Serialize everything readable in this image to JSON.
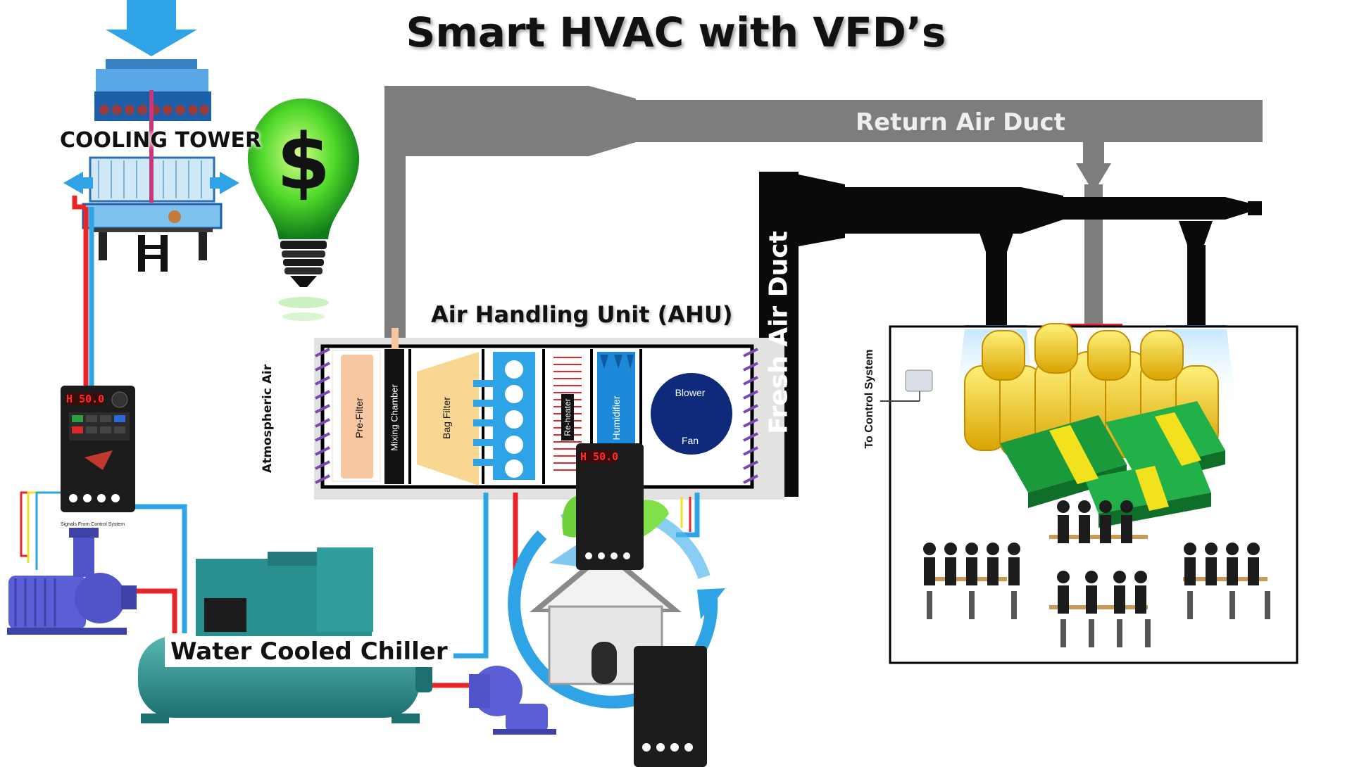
{
  "title": "Smart HVAC with VFD’s",
  "labels": {
    "cooling_tower": "COOLING TOWER",
    "ahu": "Air Handling Unit (AHU)",
    "return_air_duct": "Return Air Duct",
    "fresh_air_duct": "Fresh Air Duct",
    "atmospheric_air": "Atmospheric Air",
    "water_cooled_chiller": "Water Cooled Chiller",
    "to_control_system": "To Control System",
    "signals_from_control": "Signals From Control System"
  },
  "ahu_components": {
    "pre_filter": "Pre-Filter",
    "mixing_chamber": "Mixing Chamber",
    "bag_filter": "Bag Filter",
    "re_heater": "Re-heater",
    "humidifier": "Humidifier",
    "blower": "Blower",
    "fan": "Fan"
  },
  "vfd": {
    "display": "H  50.0"
  },
  "icons": {
    "savings": "dollar-lightbulb-icon",
    "eco_home": "eco-home-cycle-icon",
    "money": "money-stack-icon",
    "people": "office-people-icon"
  },
  "colors": {
    "supply_water": "#e8262a",
    "return_water": "#2ea3e6",
    "signal_yellow": "#f1e21d",
    "duct_gray": "#7d7d7d",
    "duct_black": "#0a0a0a",
    "chiller_teal": "#2a8f8f",
    "pump_purple": "#5a5fd6"
  }
}
